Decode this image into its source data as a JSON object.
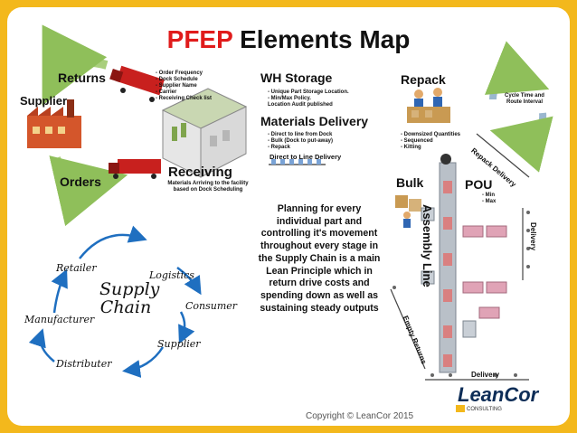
{
  "title": {
    "part1": "PFEP",
    "part2": "Elements Map"
  },
  "supply_cycle": {
    "returns": "Returns",
    "supplier": "Supplier",
    "orders": "Orders",
    "receiving": "Receiving",
    "receiving_note": "Materials Arriving to the facility based on Dock Scheduling",
    "checklist": [
      "- Order Frequency",
      "- Dock Schedule",
      "- Supplier Name",
      "- Carrier",
      "- Receiving Check list"
    ]
  },
  "wh_storage": {
    "title": "WH Storage",
    "items": [
      "- Unique Part Storage Location.",
      "- Min/Max Policy.",
      "Location Audit published"
    ]
  },
  "materials_delivery": {
    "title": "Materials Delivery",
    "items": [
      "- Direct to line from Dock",
      "- Bulk (Dock to put-away)",
      "- Repack"
    ],
    "direct_line": "Direct to Line Delivery"
  },
  "repack": {
    "title": "Repack",
    "items": [
      "- Downsized Quantities",
      "- Sequenced",
      "- Kitting"
    ]
  },
  "cycle_time": "Cycle Time and Route Interval",
  "repack_delivery": "Repack Delivery",
  "bulk": "Bulk",
  "pou": {
    "title": "POU",
    "items": [
      "- Min",
      "- Max"
    ]
  },
  "assembly_line": "Assembly Line",
  "delivery_right": "Delivery",
  "delivery_bottom": "Delivery",
  "empty_returns": "Empty Returns",
  "planning_text": [
    "Planning for every",
    "individual part and",
    "controlling it's movement",
    "throughout every stage in",
    "the Supply Chain is a main",
    "Lean Principle which in",
    "return drive costs and",
    "spending down as well as",
    "sustaining steady outputs"
  ],
  "supply_chain": {
    "center": [
      "Supply",
      "Chain"
    ],
    "retailer": "Retailer",
    "logistics": "Logistics",
    "consumer": "Consumer",
    "supplier": "Supplier",
    "distributer": "Distributer",
    "manufacturer": "Manufacturer"
  },
  "copyright": "Copyright © LeanCor 2015",
  "logo": {
    "name": "LeanCor",
    "sub": "CONSULTING"
  },
  "colors": {
    "frame": "#f3b81c",
    "accent": "#e01b1b",
    "arrow_blue": "#1f6fc0",
    "arrow_green": "#6aa84f",
    "truck_red": "#c8201e"
  }
}
